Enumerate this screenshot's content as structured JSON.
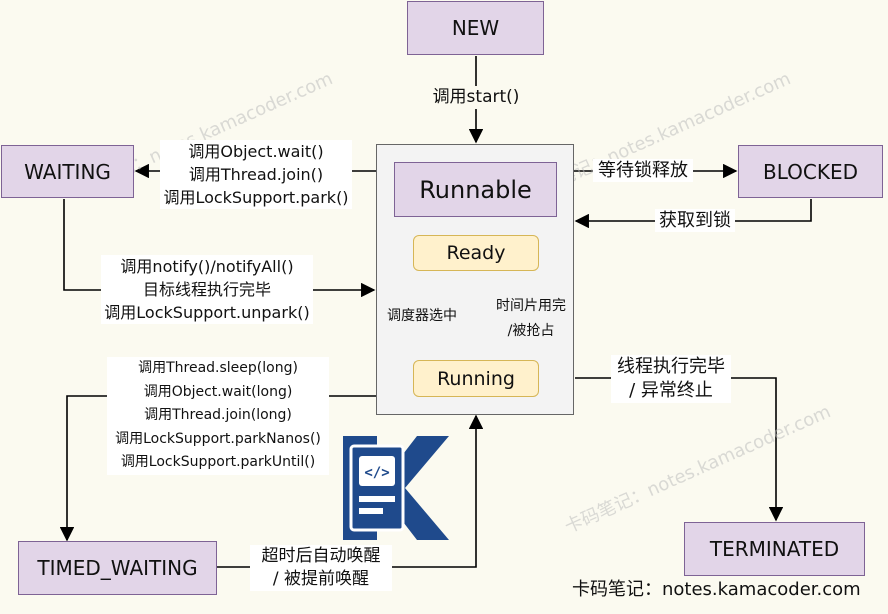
{
  "states": {
    "new": "NEW",
    "runnable": "Runnable",
    "ready": "Ready",
    "running": "Running",
    "waiting": "WAITING",
    "blocked": "BLOCKED",
    "timed_waiting": "TIMED_WAITING",
    "terminated": "TERMINATED"
  },
  "transitions": {
    "new_to_runnable": "调用start()",
    "to_waiting": [
      "调用Object.wait()",
      "调用Thread.join()",
      "调用LockSupport.park()"
    ],
    "from_waiting": [
      "调用notify()/notifyAll()",
      "目标线程执行完毕",
      "调用LockSupport.unpark()"
    ],
    "to_blocked": "等待锁释放",
    "from_blocked": "获取到锁",
    "ready_to_running": "调度器选中",
    "running_to_ready": [
      "时间片用完",
      "/被抢占"
    ],
    "to_timed_waiting": [
      "调用Thread.sleep(long)",
      "调用Object.wait(long)",
      "调用Thread.join(long)",
      "调用LockSupport.parkNanos()",
      "调用LockSupport.parkUntil()"
    ],
    "from_timed_waiting": [
      "超时后自动唤醒",
      "/ 被提前唤醒"
    ],
    "to_terminated": [
      "线程执行完毕",
      "/ 异常终止"
    ]
  },
  "watermark": "卡码笔记：notes.kamacoder.com",
  "footer": "卡码笔记：notes.kamacoder.com",
  "logo": "kamacoder-logo",
  "colors": {
    "state_fill": "#e2d5e8",
    "state_border": "#7e6395",
    "substate_fill": "#fff1cc",
    "substate_border": "#d6b656",
    "group_fill": "#f3f3f3",
    "logo": "#1f4a8c"
  }
}
